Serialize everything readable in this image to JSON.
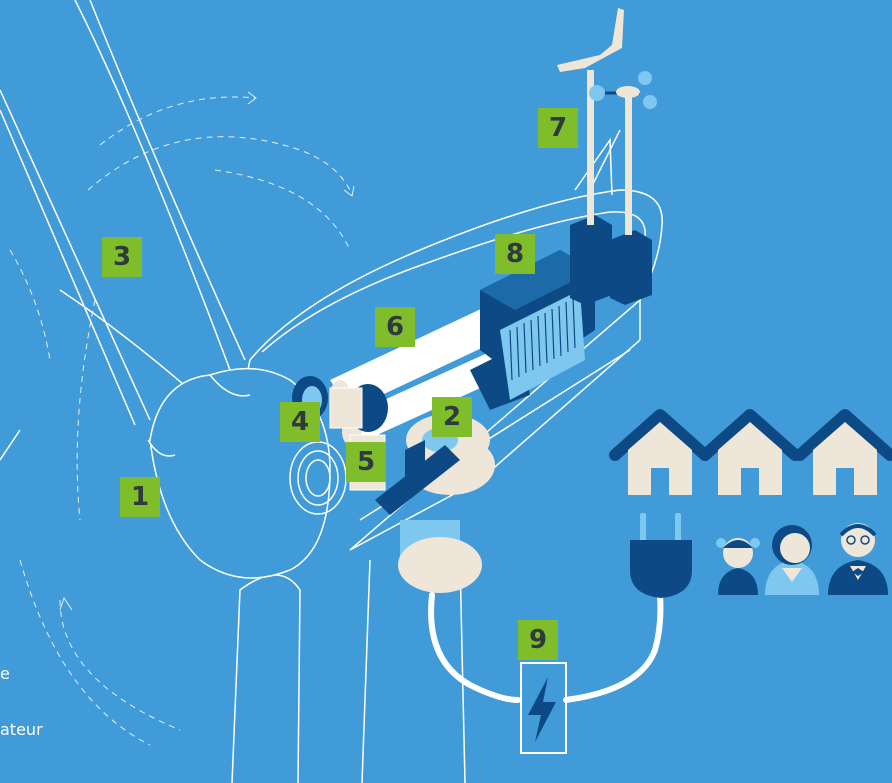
{
  "diagram": {
    "number_tags": [
      "1",
      "2",
      "3",
      "4",
      "5",
      "6",
      "7",
      "8",
      "9"
    ],
    "partial_legend": [
      "e",
      "ateur"
    ]
  },
  "colors": {
    "background": "#419bd8",
    "dark_blue": "#0d4a85",
    "light_blue": "#7ec8ef",
    "cream": "#efe6da",
    "tag_green": "#7fbd2a",
    "line_white": "#ffffff"
  },
  "icons": [
    "wind-vane-icon",
    "anemometer-icon",
    "house-icon",
    "plug-icon",
    "lightning-icon",
    "child-icon",
    "woman-icon",
    "elderly-man-icon"
  ]
}
